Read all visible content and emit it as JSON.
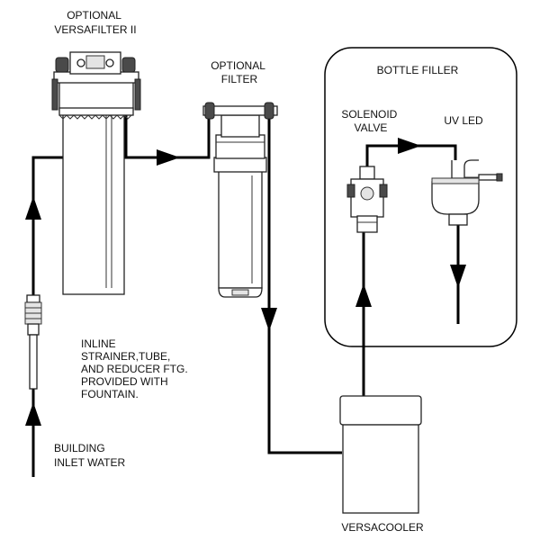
{
  "labels": {
    "versafilter": [
      "OPTIONAL",
      "VERSAFILTER II"
    ],
    "optional_filter": [
      "OPTIONAL",
      "FILTER"
    ],
    "bottle_filler": "BOTTLE FILLER",
    "solenoid_valve": [
      "SOLENOID",
      "VALVE"
    ],
    "uv_led": "UV LED",
    "inline_strainer": [
      "INLINE",
      "STRAINER,TUBE,",
      "AND REDUCER FTG.",
      "PROVIDED WITH",
      "FOUNTAIN."
    ],
    "building_inlet": [
      "BUILDING",
      "INLET WATER"
    ],
    "versacooler": "VERSACOOLER"
  }
}
